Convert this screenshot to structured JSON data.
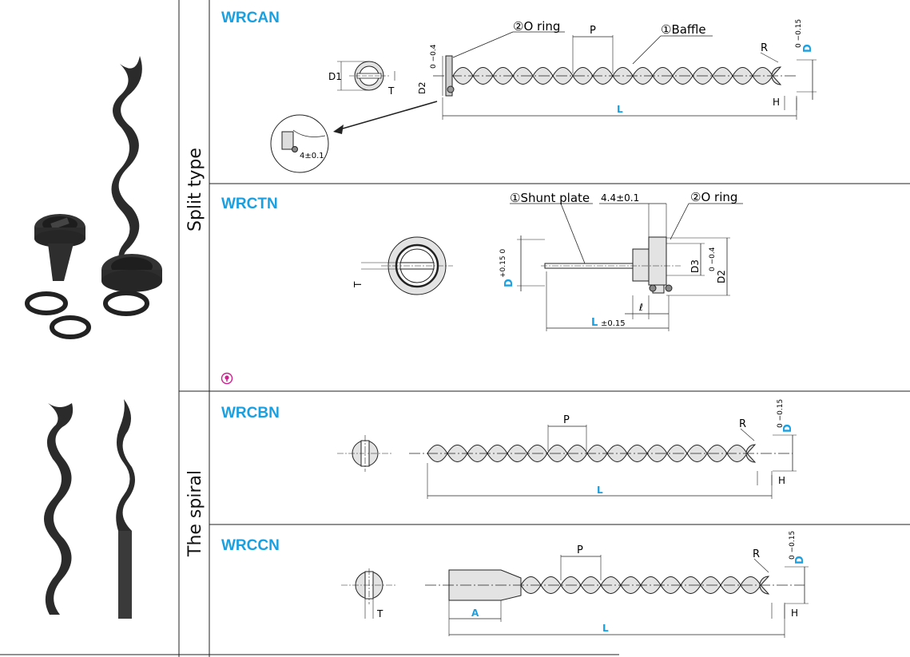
{
  "row_labels": {
    "split": "Split type",
    "spiral": "The spiral"
  },
  "panels": {
    "wrcan": {
      "title": "WRCAN",
      "callouts": [
        "②O ring",
        "①Baffle"
      ],
      "dims": {
        "P": "P",
        "R": "R",
        "L": "L",
        "H": "H",
        "D1": "D1",
        "T": "T",
        "D2": "D2",
        "D2_tol": "0 −0.4",
        "D": "D",
        "D_tol": "0 −0.15",
        "detail": "4±0.1"
      }
    },
    "wrctn": {
      "title": "WRCTN",
      "callouts": [
        "①Shunt plate",
        "②O ring"
      ],
      "dims": {
        "gap": "4.4±0.1",
        "T": "T",
        "D": "D",
        "D_tol": "+0.15 0",
        "D3": "D3",
        "D2": "D2",
        "D2_tol": "0 −0.4",
        "ell": "ℓ",
        "L": "L",
        "L_tol": "±0.15"
      },
      "note_icon": "info-pin-icon"
    },
    "wrcbn": {
      "title": "WRCBN",
      "dims": {
        "P": "P",
        "R": "R",
        "L": "L",
        "H": "H",
        "D": "D",
        "D_tol": "0 −0.15"
      }
    },
    "wrccn": {
      "title": "WRCCN",
      "dims": {
        "P": "P",
        "R": "R",
        "L": "L",
        "H": "H",
        "A": "A",
        "T": "T",
        "D": "D",
        "D_tol": "0 −0.15"
      }
    }
  },
  "colors": {
    "accent": "#1aa0e0",
    "line": "#222222",
    "fill": "#e3e3e3",
    "product": "#2b2b2b"
  }
}
